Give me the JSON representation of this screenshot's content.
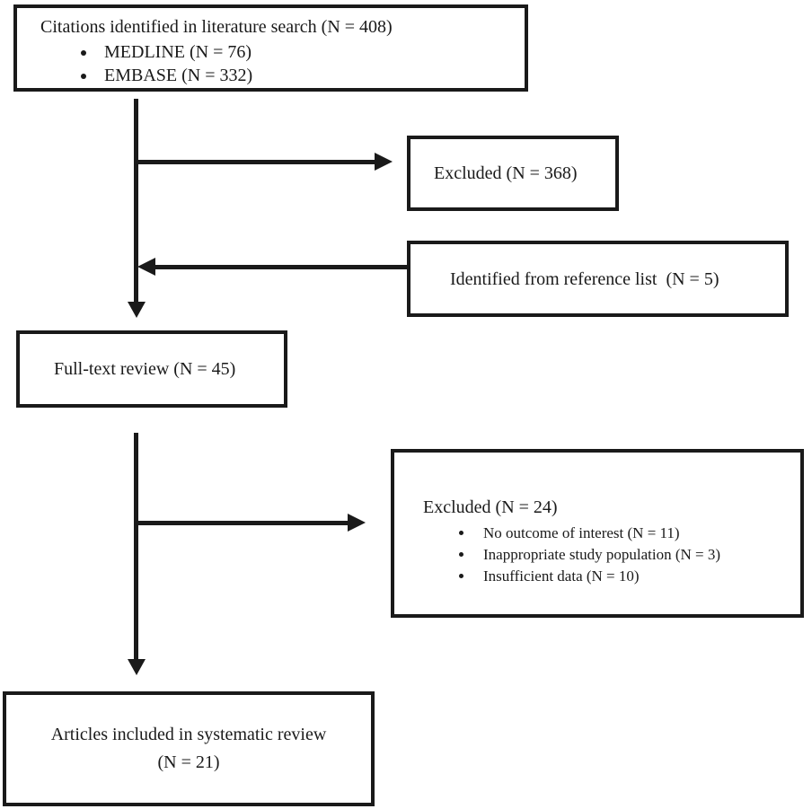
{
  "figure": {
    "background_color": "#ffffff",
    "line_color": "#1a1a1a"
  },
  "boxes": {
    "citations": {
      "title": "Citations identified in literature search (N = 408)",
      "bullets": [
        "MEDLINE (N = 76)",
        "EMBASE (N = 332)"
      ]
    },
    "excluded_initial": {
      "label": "Excluded (N = 368)"
    },
    "reference_list": {
      "label": "Identified from reference list  (N = 5)"
    },
    "full_text_review": {
      "label": "Full-text review (N = 45)"
    },
    "excluded_full_text": {
      "title": "Excluded (N = 24)",
      "bullets": [
        "No outcome of interest (N = 11)",
        "Inappropriate study population (N = 3)",
        "Insufficient data (N = 10)"
      ]
    },
    "included": {
      "line1": "Articles included in systematic review",
      "line2": "(N = 21)"
    }
  }
}
